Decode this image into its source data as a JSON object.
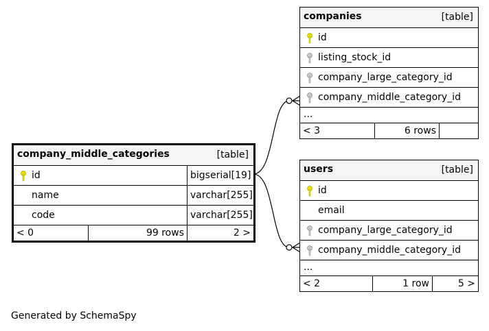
{
  "tables": {
    "company_middle_categories": {
      "name": "company_middle_categories",
      "kind": "[table]",
      "columns": [
        {
          "name": "id",
          "type": "bigserial[19]",
          "key": "primary"
        },
        {
          "name": "name",
          "type": "varchar[255]",
          "key": "none"
        },
        {
          "name": "code",
          "type": "varchar[255]",
          "key": "none"
        }
      ],
      "footer": {
        "parents": "< 0",
        "rows": "99 rows",
        "children": "2 >"
      }
    },
    "companies": {
      "name": "companies",
      "kind": "[table]",
      "columns": [
        {
          "name": "id",
          "key": "primary"
        },
        {
          "name": "listing_stock_id",
          "key": "foreign"
        },
        {
          "name": "company_large_category_id",
          "key": "foreign"
        },
        {
          "name": "company_middle_category_id",
          "key": "foreign"
        }
      ],
      "more": "...",
      "footer": {
        "parents": "< 3",
        "rows": "6 rows",
        "children": ""
      }
    },
    "users": {
      "name": "users",
      "kind": "[table]",
      "columns": [
        {
          "name": "id",
          "key": "primary"
        },
        {
          "name": "email",
          "key": "none"
        },
        {
          "name": "company_large_category_id",
          "key": "foreign"
        },
        {
          "name": "company_middle_category_id",
          "key": "foreign"
        }
      ],
      "more": "...",
      "footer": {
        "parents": "< 2",
        "rows": "1 row",
        "children": "5 >"
      }
    }
  },
  "colors": {
    "primary_key": "#e0e000",
    "foreign_key": "#b0b0b0",
    "header_bg": "#f4f4f4"
  },
  "generated_by": "Generated by SchemaSpy"
}
